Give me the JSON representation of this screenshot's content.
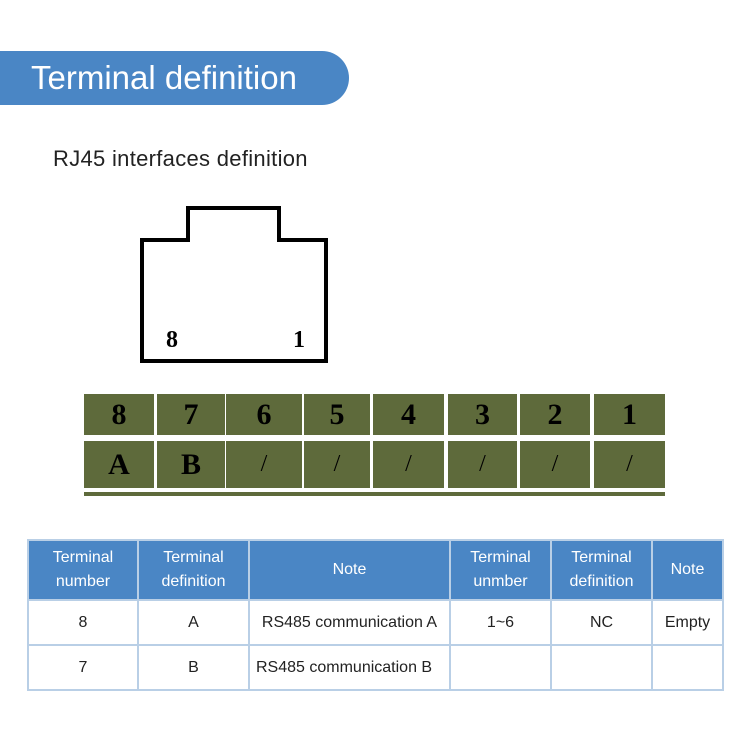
{
  "title": "Terminal definition",
  "subtitle": "RJ45 interfaces definition",
  "connector": {
    "left_pin": "8",
    "right_pin": "1"
  },
  "pins": {
    "numbers": [
      "8",
      "7",
      "6",
      "5",
      "4",
      "3",
      "2",
      "1"
    ],
    "signals": [
      "A",
      "B",
      "/",
      "/",
      "/",
      "/",
      "/",
      "/"
    ],
    "cell_color": "#5e6a3b"
  },
  "table": {
    "headers": [
      [
        "Terminal",
        "number"
      ],
      [
        "Terminal",
        "definition"
      ],
      [
        "Note"
      ],
      [
        "Terminal",
        "unmber"
      ],
      [
        "Terminal",
        "definition"
      ],
      [
        "Note"
      ]
    ],
    "rows": [
      [
        "8",
        "A",
        "RS485 communication A",
        "1~6",
        "NC",
        "Empty"
      ],
      [
        "7",
        "B",
        "RS485 communication B",
        "",
        "",
        ""
      ]
    ],
    "header_color": "#4a86c5"
  }
}
